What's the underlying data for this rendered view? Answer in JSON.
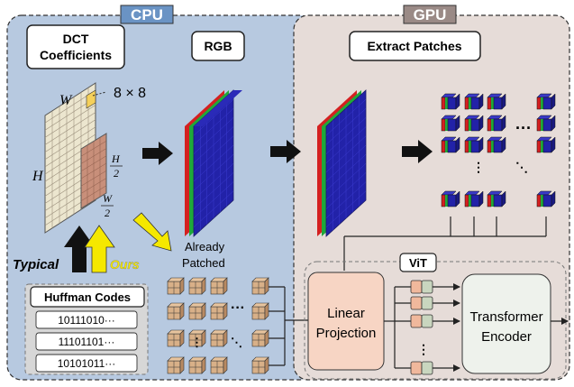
{
  "cpu": {
    "title": "CPU",
    "dct_line1": "DCT",
    "dct_line2": "Coefficients",
    "rgb": "RGB",
    "w_label": "W",
    "h_label": "H",
    "block_label": "8 × 8",
    "h_half_num": "H",
    "h_half_den": "2",
    "w_half_num": "W",
    "w_half_den": "2",
    "typical": "Typical",
    "ours": "Ours",
    "already_line1": "Already",
    "already_line2": "Patched",
    "huffman_title": "Huffman Codes",
    "codes": [
      "10111010···",
      "11101101···",
      "10101011···"
    ],
    "dots": "···"
  },
  "gpu": {
    "title": "GPU",
    "extract": "Extract Patches",
    "vit": "ViT",
    "linear_line1": "Linear",
    "linear_line2": "Projection",
    "transformer_line1": "Transformer",
    "transformer_line2": "Encoder",
    "dots": "···"
  },
  "colors": {
    "cpu_bg": "#b7c9e0",
    "gpu_bg": "#e6dcd8",
    "cpu_title_bg": "#6a93c4",
    "gpu_title_bg": "#9a8a86",
    "cube_blue": "#2222a8",
    "cube_red": "#d42020",
    "cube_green": "#1fa83a",
    "dct_plane": "#ece6cf",
    "small_plane": "#c88f7a",
    "patch_tan": "#d8b088",
    "yellow": "#f5e800",
    "linear_bg": "#f7d5c4",
    "transformer_bg": "#eef2ec"
  }
}
